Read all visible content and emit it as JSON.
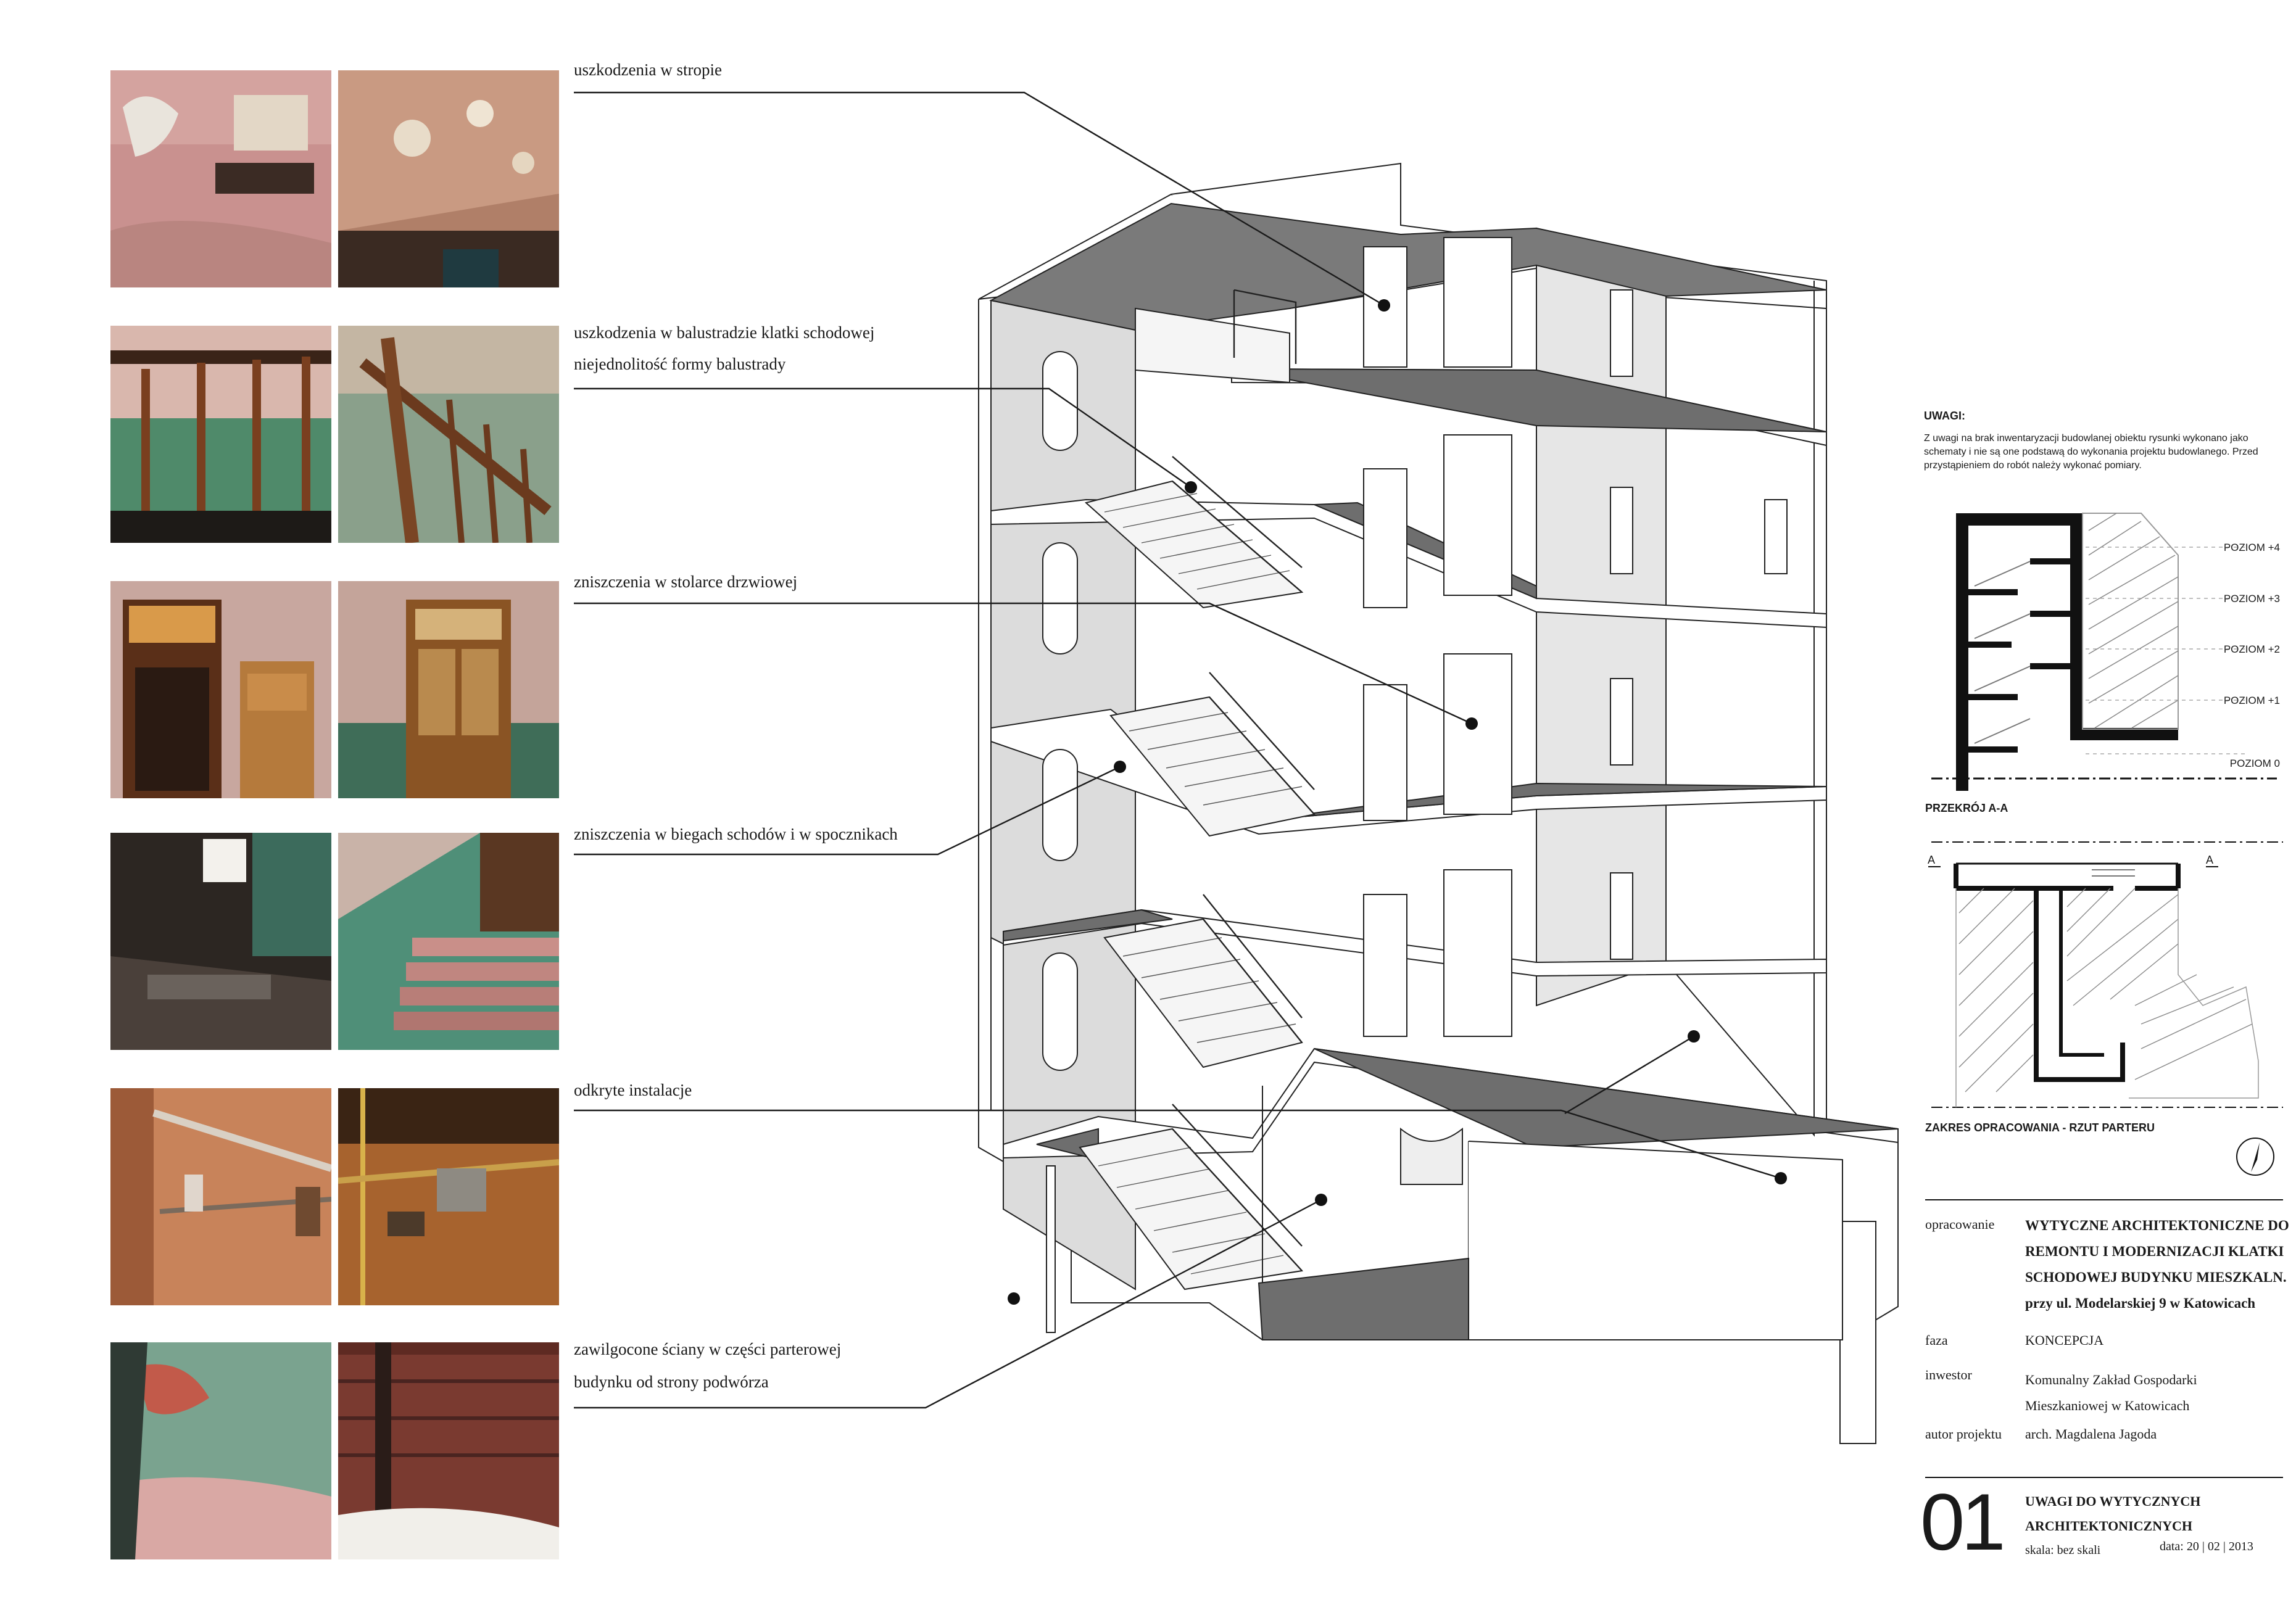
{
  "annotations": [
    {
      "text": "uszkodzenia w stropie"
    },
    {
      "text": "uszkodzenia w balustradzie klatki schodowej"
    },
    {
      "text": "niejednolitość formy balustrady"
    },
    {
      "text": "zniszczenia w stolarce drzwiowej"
    },
    {
      "text": "zniszczenia w biegach schodów i w spocznikach"
    },
    {
      "text": "odkryte instalacje"
    },
    {
      "text": "zawilgocone ściany w części parterowej"
    },
    {
      "text": "budynku od strony podwórza"
    }
  ],
  "notes": {
    "title": "UWAGI:",
    "body": "Z uwagi na brak inwentaryzacji budowlanej obiektu rysunki wykonano jako schematy i nie są one podstawą do wykonania projektu budowlanego. Przed przystąpieniem do robót należy wykonać pomiary."
  },
  "section": {
    "caption": "PRZEKRÓJ A-A",
    "levels": [
      "POZIOM +4",
      "POZIOM +3",
      "POZIOM +2",
      "POZIOM +1",
      "POZIOM 0"
    ]
  },
  "plan": {
    "caption": "ZAKRES OPRACOWANIA - RZUT PARTERU",
    "marker_left": "A",
    "marker_right": "A"
  },
  "title_block": {
    "opracowanie_key": "opracowanie",
    "opracowanie_lines": [
      "WYTYCZNE ARCHITEKTONICZNE DO",
      "REMONTU I MODERNIZACJI KLATKI",
      "SCHODOWEJ BUDYNKU MIESZKALN.",
      "przy ul. Modelarskiej 9 w Katowicach"
    ],
    "faza_key": "faza",
    "faza_val": "KONCEPCJA",
    "inwestor_key": "inwestor",
    "inwestor_lines": [
      "Komunalny Zakład Gospodarki",
      "Mieszkaniowej w Katowicach"
    ],
    "autor_key": "autor projektu",
    "autor_val": "arch. Magdalena Jagoda",
    "sheet_number": "01",
    "sheet_title_lines": [
      "UWAGI DO WYTYCZNYCH",
      "ARCHITEKTONICZNYCH"
    ],
    "scale": "skala: bez skali",
    "date": "data: 20 | 02 | 2013"
  }
}
